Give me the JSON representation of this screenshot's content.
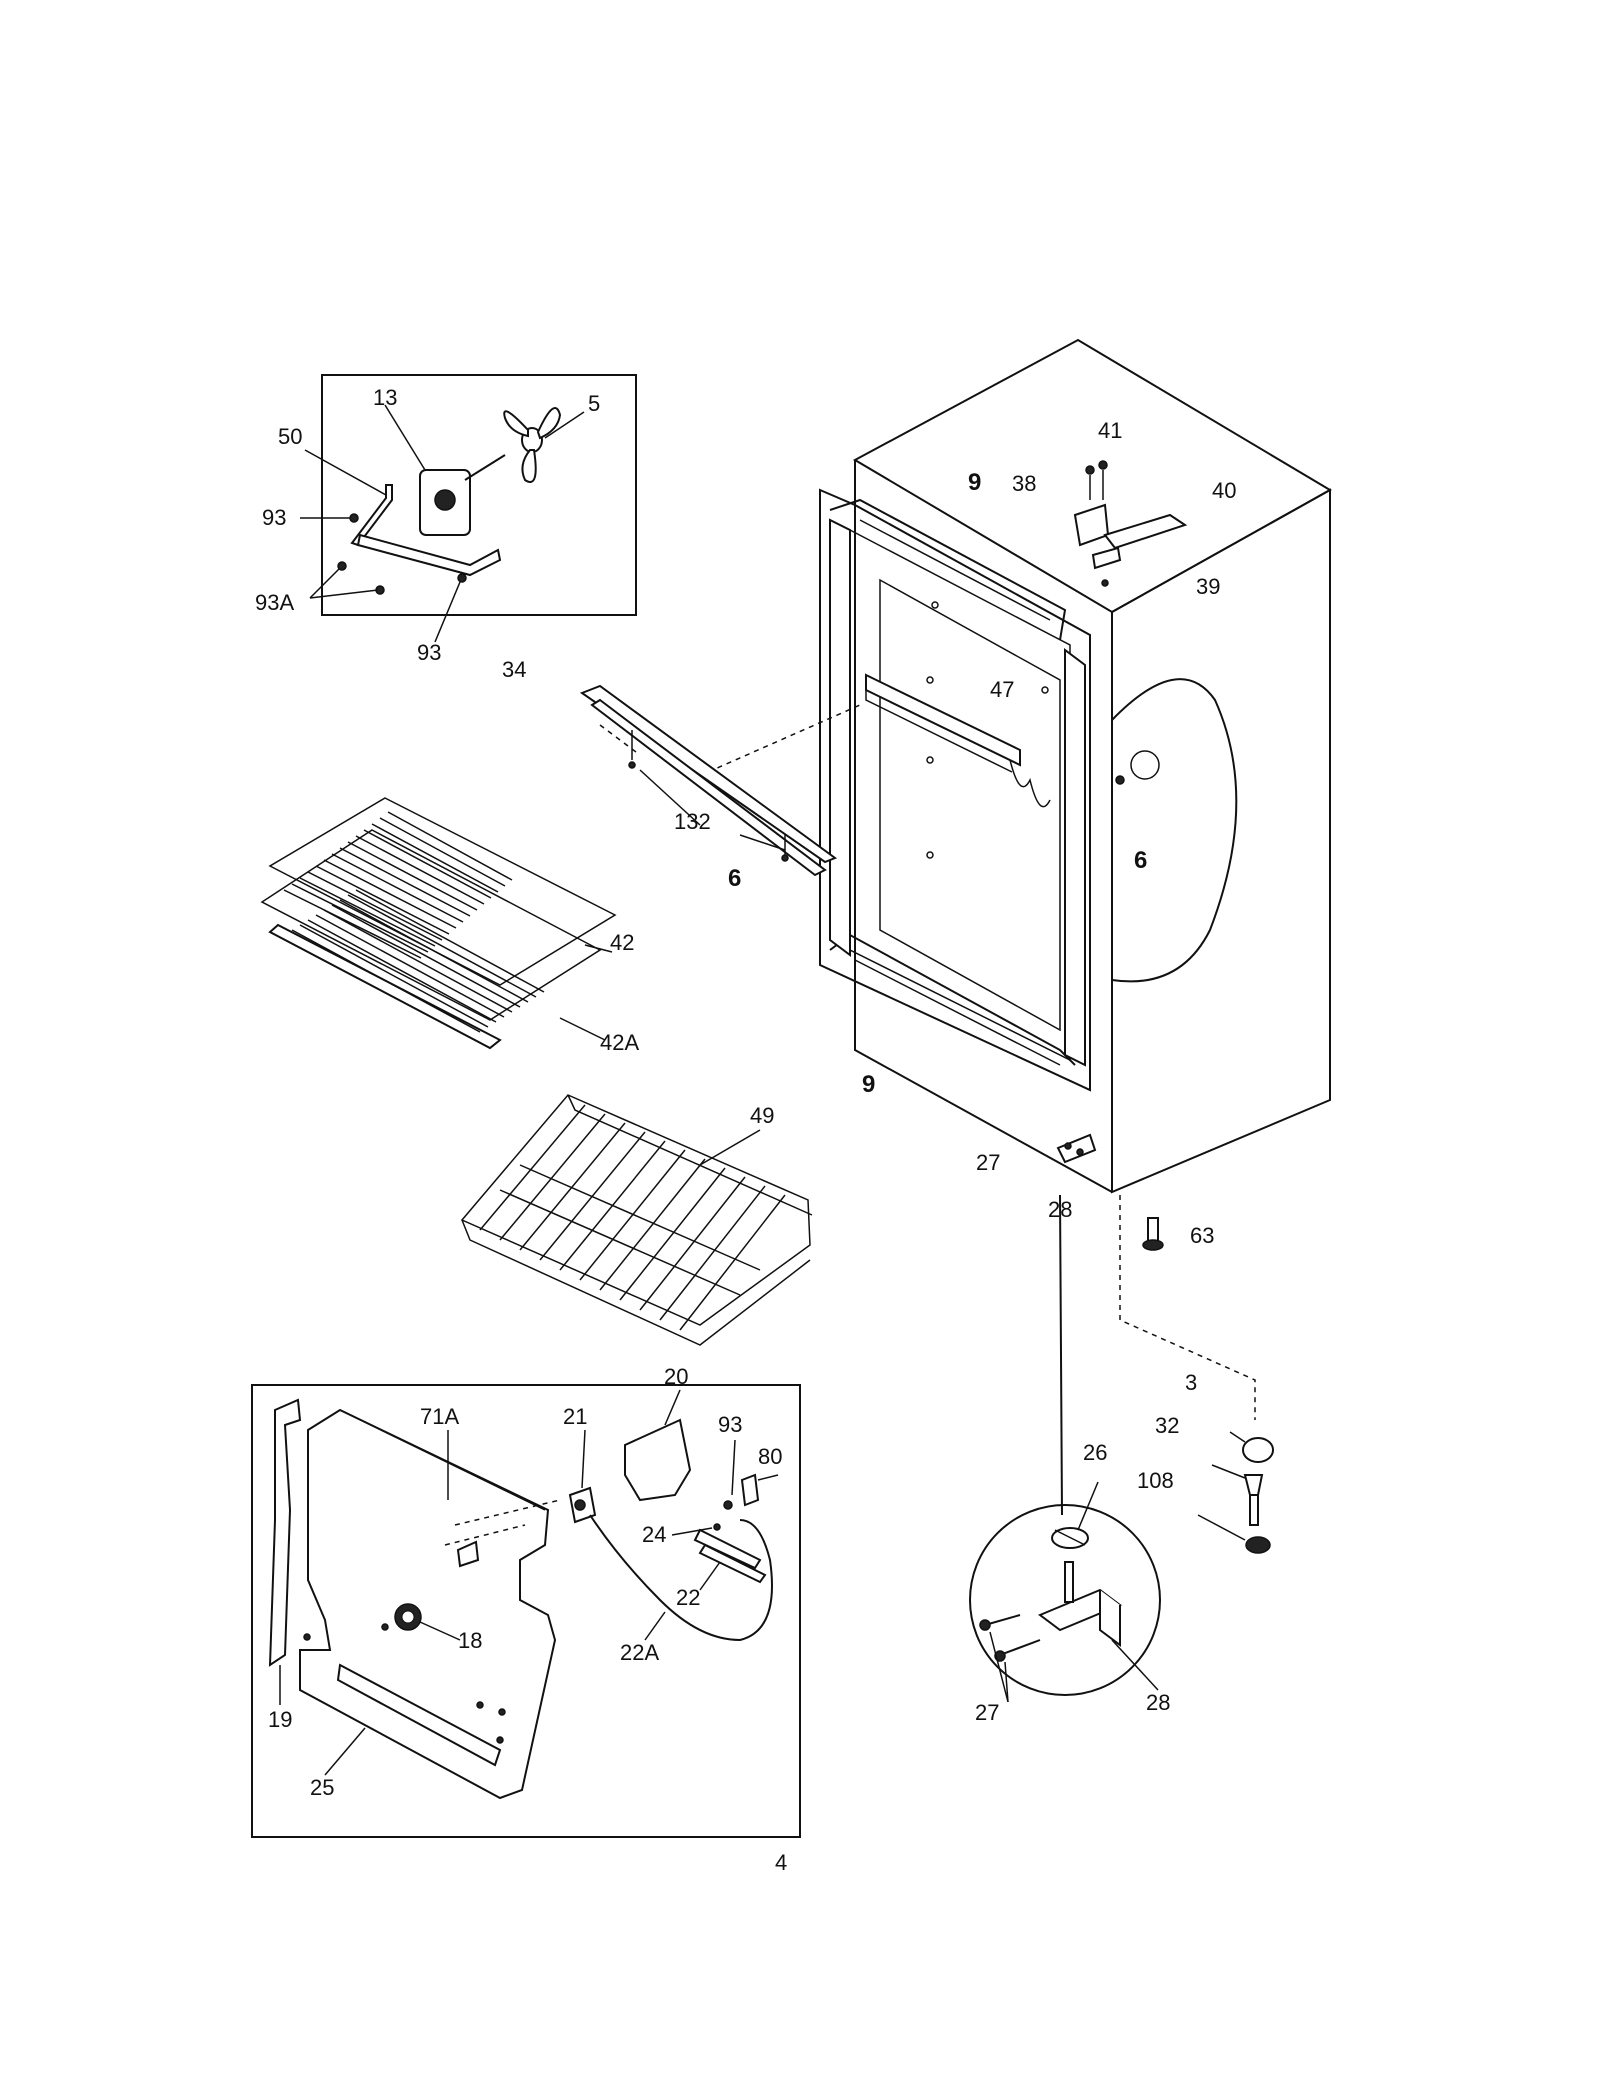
{
  "page_number": "4",
  "labels": {
    "l13": "13",
    "l5": "5",
    "l50": "50",
    "l93a": "93",
    "l93A": "93A",
    "l93b": "93",
    "l41": "41",
    "l38": "38",
    "l9t": "9",
    "l40": "40",
    "l39": "39",
    "l34": "34",
    "l47": "47",
    "l132": "132",
    "l6l": "6",
    "l6r": "6",
    "l42": "42",
    "l42A": "42A",
    "l9b": "9",
    "l49": "49",
    "l27a": "27",
    "l28a": "28",
    "l63": "63",
    "l3": "3",
    "l32": "32",
    "l108": "108",
    "l26": "26",
    "l28b": "28",
    "l27b": "27",
    "l20": "20",
    "l71A": "71A",
    "l21": "21",
    "l93c": "93",
    "l80": "80",
    "l24": "24",
    "l22": "22",
    "l22A": "22A",
    "l18": "18",
    "l19": "19",
    "l25": "25"
  }
}
